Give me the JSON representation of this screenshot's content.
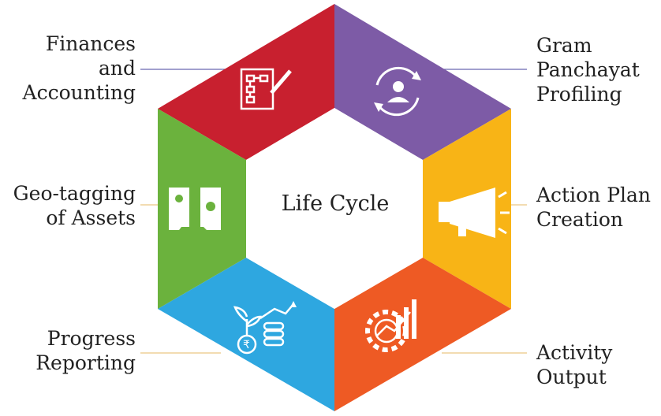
{
  "center_label": "Life Cycle",
  "segments": [
    {
      "key": "finances",
      "lines": [
        "Finances",
        "and",
        "Accounting"
      ],
      "color": "#C8202F",
      "icon": "flowchart-pencil-icon"
    },
    {
      "key": "profiling",
      "lines": [
        "Gram",
        "Panchayat",
        "Profiling"
      ],
      "color": "#7D5BA6",
      "icon": "user-refresh-icon"
    },
    {
      "key": "action-plan",
      "lines": [
        "Action Plan",
        "Creation"
      ],
      "color": "#F8B416",
      "icon": "megaphone-icon"
    },
    {
      "key": "activity",
      "lines": [
        "Activity",
        "Output"
      ],
      "color": "#EE5A24",
      "icon": "gear-chart-icon"
    },
    {
      "key": "progress",
      "lines": [
        "Progress",
        "Reporting"
      ],
      "color": "#2EA7E0",
      "icon": "rupee-growth-icon"
    },
    {
      "key": "geotagging",
      "lines": [
        "Geo-tagging",
        "of Assets"
      ],
      "color": "#6BB23D",
      "icon": "map-pin-icon"
    }
  ],
  "colors": {
    "text": "#222222",
    "finances_line": "#6B68B0",
    "other_lines": "#E9C882",
    "icon_stroke": "#ffffff"
  }
}
